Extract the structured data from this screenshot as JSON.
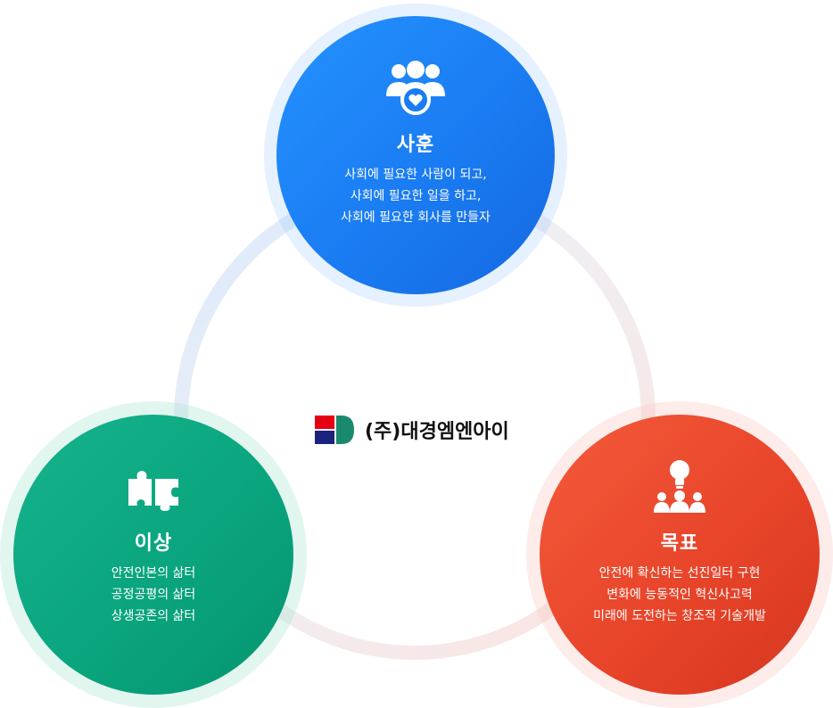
{
  "colors": {
    "top": "#1a7cf2",
    "left": "#0aa57e",
    "right": "#e8452a",
    "logo_red": "#e60012",
    "logo_navy": "#1a237e",
    "logo_green": "#1a8a6e"
  },
  "top": {
    "icon": "people-heart-icon",
    "title": "사훈",
    "lines": [
      "사회에 필요한 사람이 되고,",
      "사회에 필요한 일을 하고,",
      "사회에 필요한 회사를 만들자"
    ]
  },
  "left": {
    "icon": "puzzle-icon",
    "title": "이상",
    "lines": [
      "안전인본의 삶터",
      "공정공평의 삶터",
      "상생공존의 삶터"
    ]
  },
  "right": {
    "icon": "lightbulb-team-icon",
    "title": "목표",
    "lines": [
      "안전에 확신하는 선진일터 구현",
      "변화에 능동적인 혁신사고력",
      "미래에 도전하는 창조적 기술개발"
    ]
  },
  "logo": {
    "name": "(주)대경엠엔아이"
  }
}
